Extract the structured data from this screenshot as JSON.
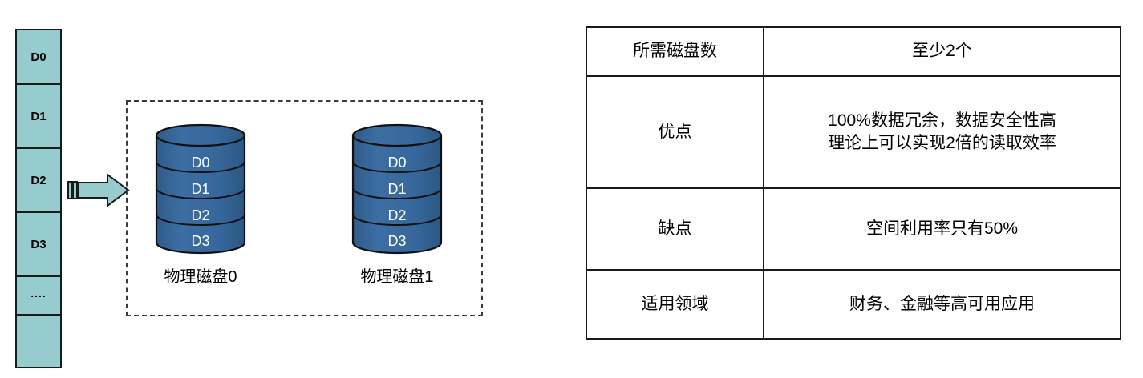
{
  "diagram": {
    "title": "RAID 1 mirroring diagram",
    "logical_column": {
      "name": "logical-data-stream",
      "blocks": [
        {
          "label": "D0"
        },
        {
          "label": "D1"
        },
        {
          "label": "D2"
        },
        {
          "label": "D3"
        },
        {
          "label": "...."
        },
        {
          "label": ""
        }
      ]
    },
    "arrow": {
      "icon": "right-block-arrow-icon",
      "direction": "right"
    },
    "physical_group": {
      "disks": [
        {
          "caption": "物理磁盘0",
          "platters": [
            "D0",
            "D1",
            "D2",
            "D3"
          ]
        },
        {
          "caption": "物理磁盘1",
          "platters": [
            "D0",
            "D1",
            "D2",
            "D3"
          ]
        }
      ]
    },
    "colors": {
      "logical_block_fill": "#96CCCD",
      "arrow_fill": "#96CCCD",
      "disk_fill": "#36689D",
      "outline": "#1a1a1a",
      "dashed_border": "#3a3a3a"
    }
  },
  "spec_table": {
    "rows": [
      {
        "label": "所需磁盘数",
        "value_lines": [
          "至少2个"
        ]
      },
      {
        "label": "优点",
        "value_lines": [
          "100%数据冗余，数据安全性高",
          "理论上可以实现2倍的读取效率"
        ]
      },
      {
        "label": "缺点",
        "value_lines": [
          "空间利用率只有50%"
        ]
      },
      {
        "label": "适用领域",
        "value_lines": [
          "财务、金融等高可用应用"
        ]
      }
    ]
  }
}
